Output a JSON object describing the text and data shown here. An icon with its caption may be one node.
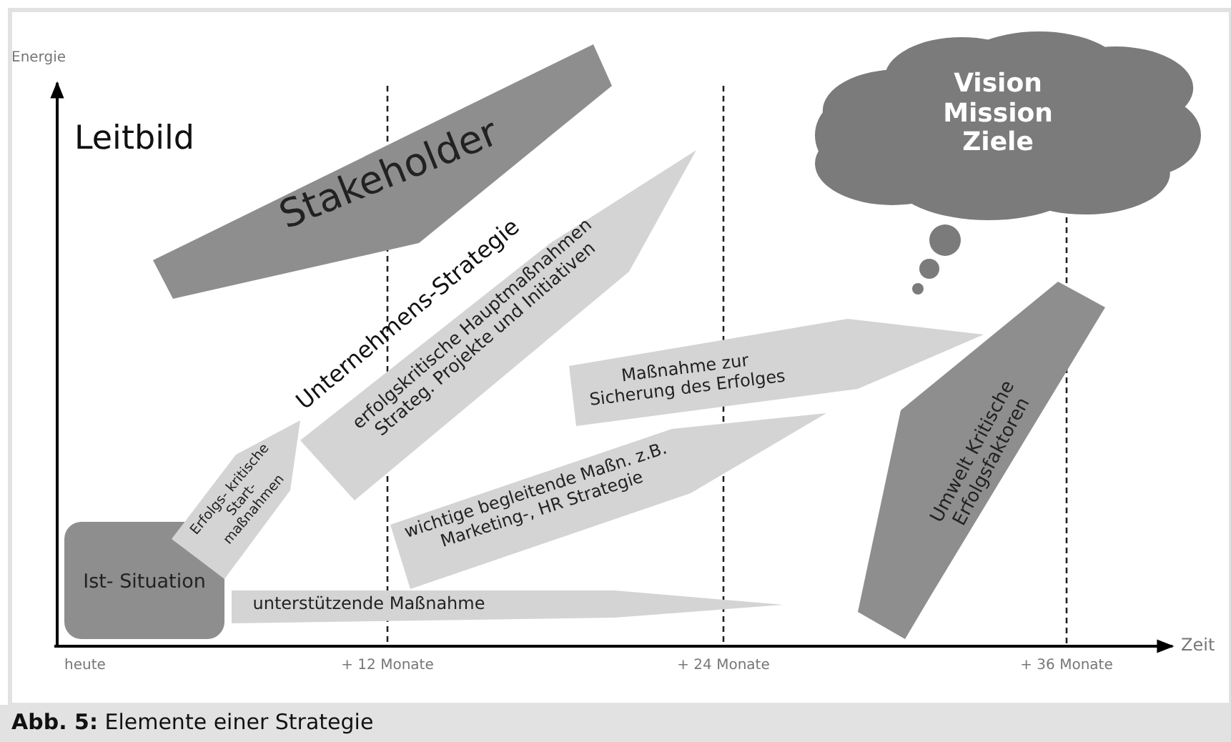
{
  "diagram": {
    "caption": "**Abb. 5:** Elemente einer Strategie",
    "nodes": [
      {
        "text": [
          "Stakeholder"
        ]
      },
      {
        "text": [
          "Vision Mission Ziele"
        ]
      },
      {
        "text": [
          "erfolgskritische Hauptmaßnahmen Strateg. Projekte und Initiativen"
        ]
      },
      {
        "text": [
          "Maßnahme zur Sicherung des Erfolges"
        ]
      },
      {
        "text": [
          "Umwelt Kritische Erfolgsfaktoren"
        ]
      },
      {
        "text": [
          "wichtige begleitende Maßn. z.B. Marketing-, HR Strategie"
        ]
      },
      {
        "text": [
          "Erfolgs- kritische Start- maßnahmen"
        ]
      },
      {
        "text": [
          "Ist- Situation"
        ]
      },
      {
        "text": [
          "unterstützende Maßnahme"
        ]
      }
    ],
    "edges": [],
    "labels": [
      "Energie",
      "Leitbild",
      "Unternehmens-Strategie",
      "Zeit",
      "heute",
      "+ 12 Monate",
      "+ 24 Monate",
      "+ 36 Monate"
    ]
  }
}
